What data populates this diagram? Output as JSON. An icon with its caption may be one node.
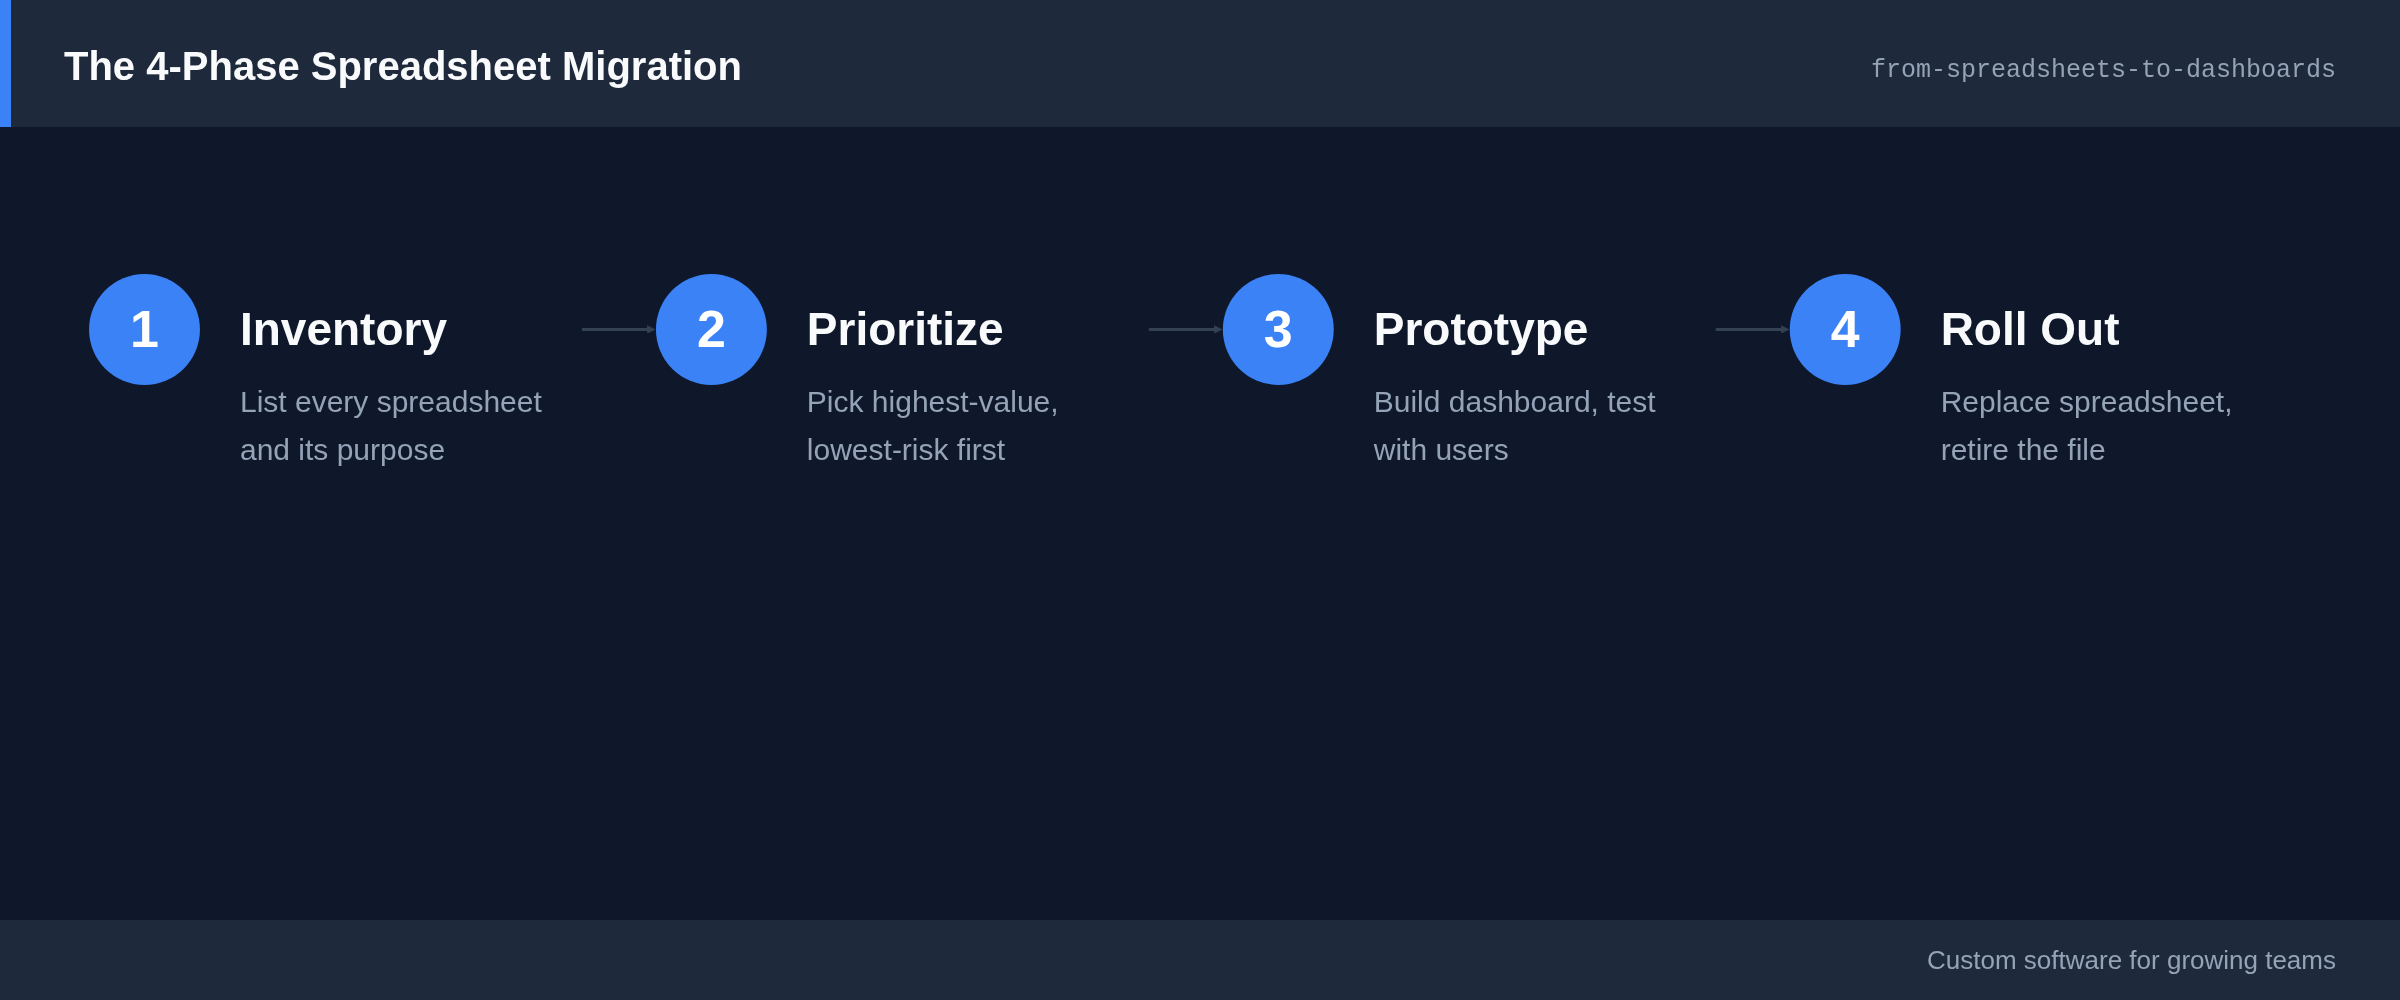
{
  "diagram": {
    "title": "The 4-Phase Spreadsheet Migration",
    "nodes": [
      {
        "text": [
          "1"
        ],
        "beside": [
          "Inventory",
          "List every spreadsheet and its purpose"
        ]
      },
      {
        "text": [
          "2"
        ],
        "beside": [
          "Prioritize",
          "Pick highest-value, lowest-risk first"
        ]
      },
      {
        "text": [
          "3"
        ],
        "beside": [
          "Prototype",
          "Build dashboard, test with users"
        ]
      },
      {
        "text": [
          "4"
        ],
        "beside": [
          "Roll Out",
          "Replace spreadsheet, retire the file"
        ]
      }
    ],
    "edges": [
      {
        "from": 0,
        "to": 1,
        "arrow": "to"
      },
      {
        "from": 1,
        "to": 2,
        "arrow": "to"
      },
      {
        "from": 2,
        "to": 3,
        "arrow": "to"
      }
    ],
    "labels": [
      "from-spreadsheets-to-dashboards",
      "Custom software for growing teams"
    ]
  }
}
